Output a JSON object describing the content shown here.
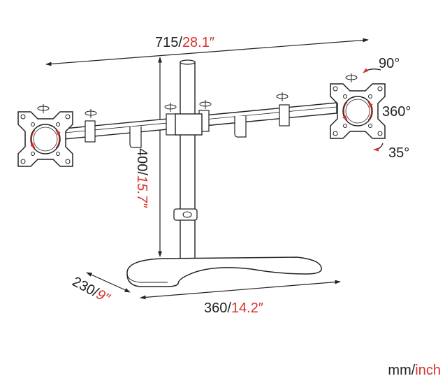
{
  "colors": {
    "line": "#222222",
    "accent": "#d6312b",
    "background": "#ffffff"
  },
  "dimensions": {
    "width": {
      "mm": "715",
      "inch": "28.1″"
    },
    "height": {
      "mm": "400",
      "inch": "15.7″"
    },
    "base_width": {
      "mm": "360",
      "inch": "14.2″"
    },
    "base_depth": {
      "mm": "230",
      "inch": "9″"
    }
  },
  "rotation": {
    "tilt": "90°",
    "rotate": "360°",
    "swivel": "35°"
  },
  "units": {
    "mm": "mm",
    "separator": "/",
    "inch": "inch"
  },
  "icons": [
    "vesa-plate-icon",
    "rotate-arrow-icon",
    "dimension-arrow-icon"
  ]
}
